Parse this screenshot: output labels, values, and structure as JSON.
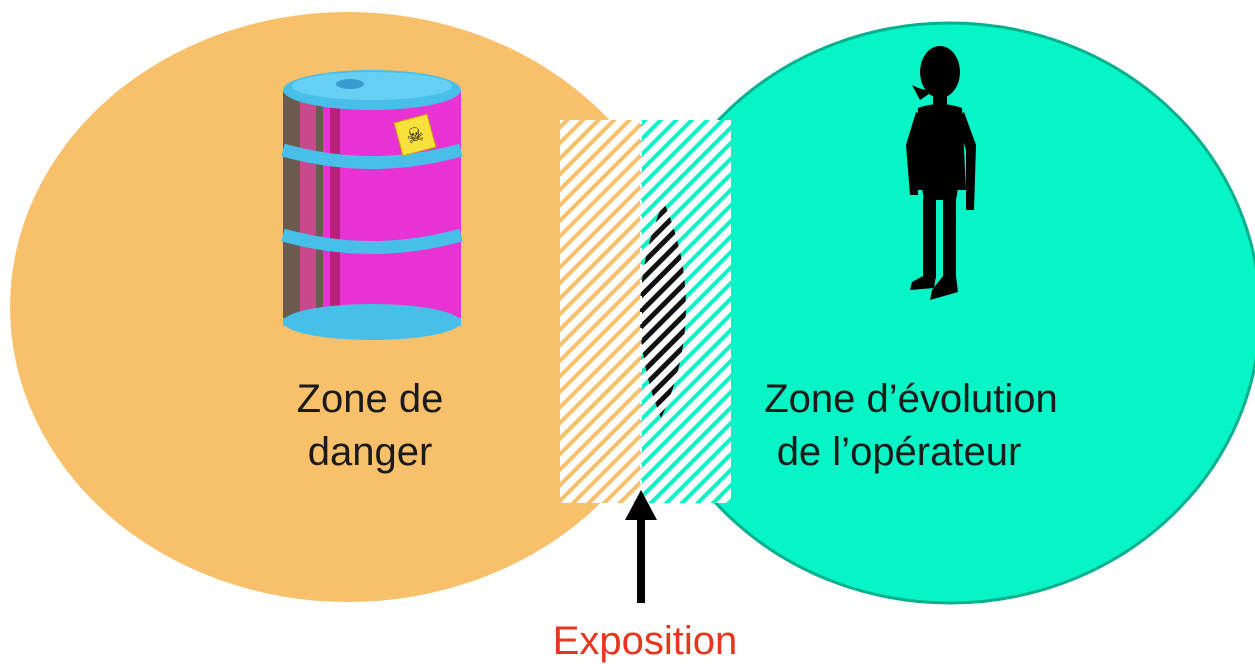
{
  "left_zone": {
    "line1": "Zone de",
    "line2": "danger",
    "color": "#f8c06a",
    "icon": "toxic-barrel-icon"
  },
  "right_zone": {
    "line1": "Zone d’évolution",
    "line2": "de l’opérateur",
    "color": "#06f4c6",
    "icon": "operator-figure-icon"
  },
  "overlap": {
    "label": "Exposition",
    "label_color": "#e8351e"
  }
}
